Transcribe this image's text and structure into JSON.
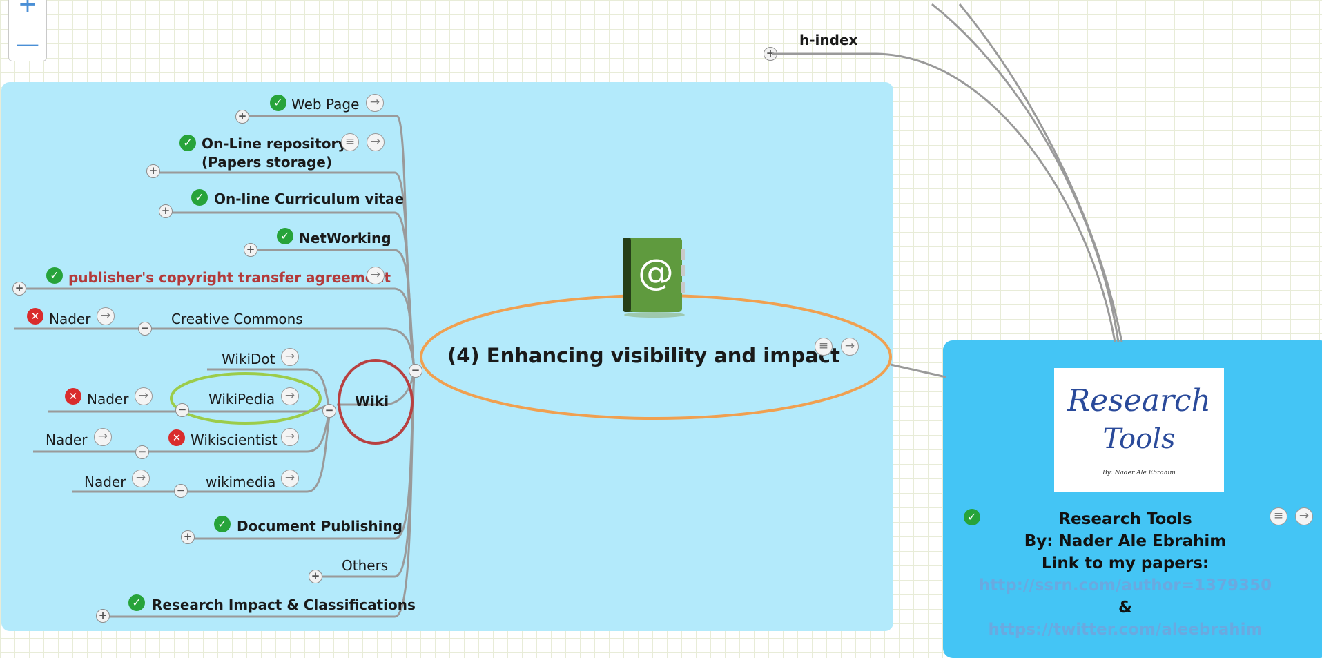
{
  "zoom": {
    "plus_label": "+",
    "minus_label": "—"
  },
  "hindex": {
    "label": "h-index"
  },
  "central": {
    "title": "(4) Enhancing visibility and impact"
  },
  "branches": {
    "web_page": "Web Page",
    "online_repository_line1": "On-Line repository",
    "online_repository_line2": "(Papers storage)",
    "online_cv": "On-line Curriculum vitae",
    "networking": "NetWorking",
    "publisher": "publisher's copyright transfer agreement",
    "creative_commons": "Creative Commons",
    "wiki": "Wiki",
    "wikidot": "WikiDot",
    "wikipedia": "WikiPedia",
    "wikiscientist": "Wikiscientist",
    "wikimedia": "wikimedia",
    "document_publishing": "Document Publishing",
    "others": "Others",
    "research_impact": "Research Impact & Classifications"
  },
  "nader_nodes": [
    "Nader",
    "Nader",
    "Nader",
    "Nader"
  ],
  "root": {
    "image_title_line1": "Research",
    "image_title_line2": "Tools",
    "image_byline": "By: Nader Ale Ebrahim",
    "title": "Research Tools",
    "author": "By: Nader Ale Ebrahim",
    "link_caption": "Link to my papers:",
    "link1": "http://ssrn.com/author=1379350",
    "ampersand": "&",
    "link2": "https://twitter.com/aleebrahim"
  },
  "icons": {
    "check": "✓",
    "cross": "✕",
    "arrow": "→",
    "note": "≡",
    "plus": "+",
    "minus": "−"
  },
  "colors": {
    "panel": "#b3eafb",
    "root_panel": "#44c5f5",
    "highlight_orange": "#f0a050",
    "highlight_green": "#9ccc4a",
    "highlight_red": "#b84040",
    "check_green": "#27a33a",
    "cross_red": "#d92c2c",
    "link": "#6aa9e0"
  }
}
